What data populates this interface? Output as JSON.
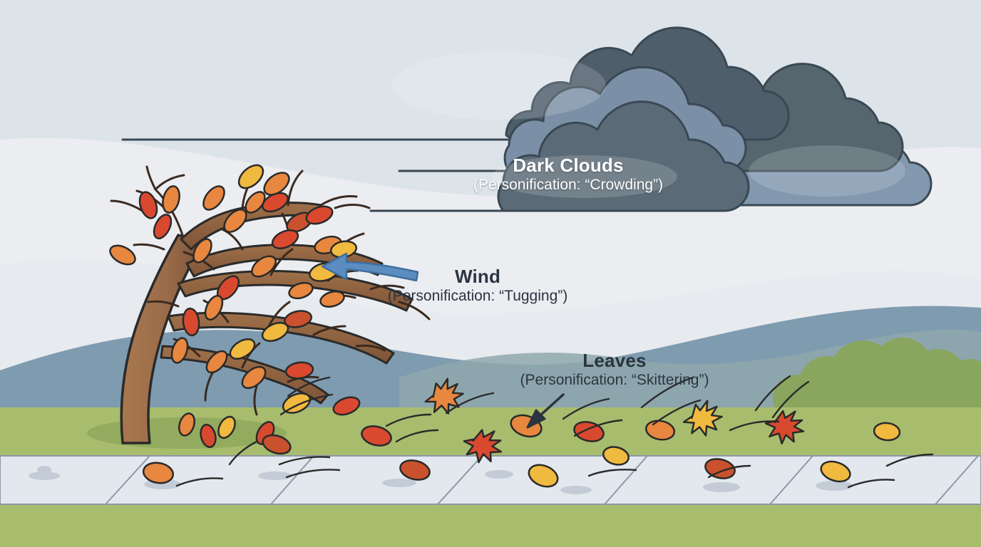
{
  "scene": {
    "title": "Windy autumn day personification diagram",
    "palette": {
      "sky_top": "#DCE3E9",
      "sky_mid": "#EBEDF0",
      "sky_low": "#E7EAEE",
      "hill_blue": "#7E9BB0",
      "hill_teal": "#8FA8AD",
      "shrub_green": "#8AA55E",
      "grass": "#A8BC6E",
      "grass_shadow": "#93AB5E",
      "pavement": "#E3E8EE",
      "pavement_line": "#8C99A8",
      "cloud_dark": "#4E5E6B",
      "cloud_mid": "#64757F",
      "cloud_light": "#8198AE",
      "cloud_outline": "#3A4854",
      "trunk": "#9A6B4A",
      "trunk_shade": "#7E5437",
      "outline": "#2A2A2A",
      "leaf_orange": "#E8873F",
      "leaf_yellow": "#F0B93F",
      "leaf_red": "#D9492F",
      "leaf_rust": "#C9512E",
      "arrow_blue": "#5B8DC0",
      "arrow_blue_dark": "#3F6E9E",
      "text_dark": "#2B3440",
      "text_light": "#FFFFFF"
    }
  },
  "labels": {
    "clouds": {
      "title": "Dark Clouds",
      "subtitle": "(Personification: “Crowding”)"
    },
    "wind": {
      "title": "Wind",
      "subtitle": "(Personification: “Tugging”)"
    },
    "leaves": {
      "title": "Leaves",
      "subtitle": "(Personification: “Skittering”)"
    }
  },
  "icons": {
    "wind_arrow": "arrow-left-curved-icon",
    "leaves_arrow": "arrow-down-left-icon",
    "tree": "bare-tree-icon",
    "cloud_group": "storm-clouds-icon"
  }
}
